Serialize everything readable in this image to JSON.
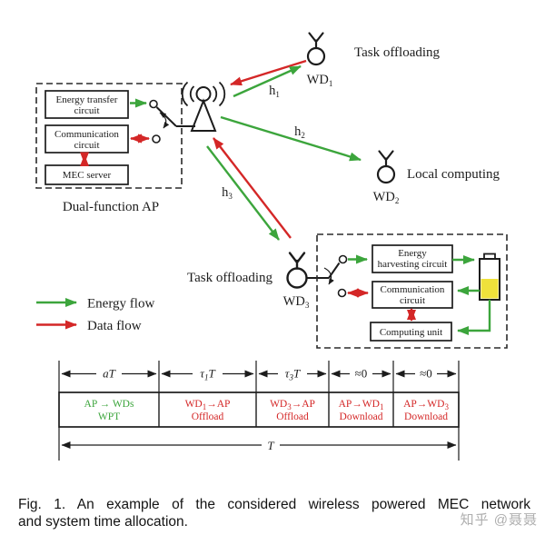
{
  "ap_unit": {
    "label": "Dual-function AP",
    "energy_transfer_line1": "Energy transfer",
    "energy_transfer_line2": "circuit",
    "communication_line1": "Communication",
    "communication_line2": "circuit",
    "mec_server": "MEC server"
  },
  "devices": {
    "wd1": {
      "base": "WD",
      "sub": "1",
      "activity": "Task offloading"
    },
    "wd2": {
      "base": "WD",
      "sub": "2",
      "activity": "Local computing"
    },
    "wd3": {
      "base": "WD",
      "sub": "3",
      "activity": "Task offloading"
    }
  },
  "channels": {
    "h1": {
      "base": "h",
      "sub": "1"
    },
    "h2": {
      "base": "h",
      "sub": "2"
    },
    "h3": {
      "base": "h",
      "sub": "3"
    }
  },
  "wd3_unit": {
    "energy_harvesting_line1": "Energy",
    "energy_harvesting_line2": "harvesting circuit",
    "communication_line1": "Communication",
    "communication_line2": "circuit",
    "computing_unit": "Computing unit"
  },
  "legend": {
    "energy_flow": "Energy flow",
    "data_flow": "Data flow"
  },
  "colors": {
    "energy_flow": "#3ca53c",
    "data_flow": "#d42727",
    "battery_charge": "#efe13b"
  },
  "timeline": {
    "durations": [
      {
        "label": "aT"
      },
      {
        "pre": "τ",
        "sub": "1",
        "post": "T"
      },
      {
        "pre": "τ",
        "sub": "3",
        "post": "T"
      },
      {
        "label": "≈0"
      },
      {
        "label": "≈0"
      }
    ],
    "slots": [
      {
        "line1": "AP → WDs",
        "line2": "WPT"
      },
      {
        "line1_pre": "WD",
        "line1_sub": "1",
        "line1_post": "→AP",
        "line2": "Offload"
      },
      {
        "line1_pre": "WD",
        "line1_sub": "3",
        "line1_post": "→AP",
        "line2": "Offload"
      },
      {
        "line1_pre": "AP→WD",
        "line1_sub": "1",
        "line1_post": "",
        "line2": "Download"
      },
      {
        "line1_pre": "AP→WD",
        "line1_sub": "3",
        "line1_post": "",
        "line2": "Download"
      }
    ],
    "total": "T"
  },
  "caption": {
    "line1": "Fig. 1. An example of the considered wireless powered MEC network",
    "line2": "and system time allocation."
  },
  "watermark": "知乎 @聂聂"
}
